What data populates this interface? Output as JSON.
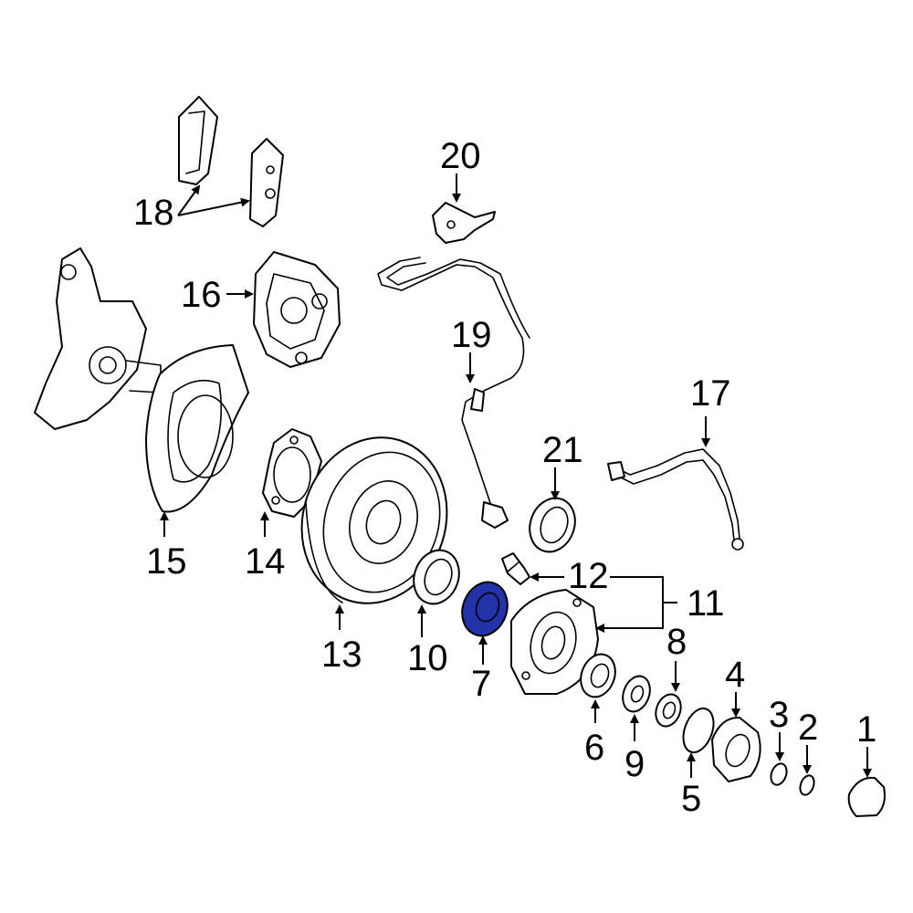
{
  "diagram": {
    "highlight_color": "#2233aa",
    "highlighted_part": "7",
    "callouts": {
      "c1": "1",
      "c2": "2",
      "c3": "3",
      "c4": "4",
      "c5": "5",
      "c6": "6",
      "c7": "7",
      "c8": "8",
      "c9": "9",
      "c10": "10",
      "c11": "11",
      "c12": "12",
      "c13": "13",
      "c14": "14",
      "c15": "15",
      "c16": "16",
      "c17": "17",
      "c18": "18",
      "c19": "19",
      "c20": "20",
      "c21": "21"
    }
  }
}
